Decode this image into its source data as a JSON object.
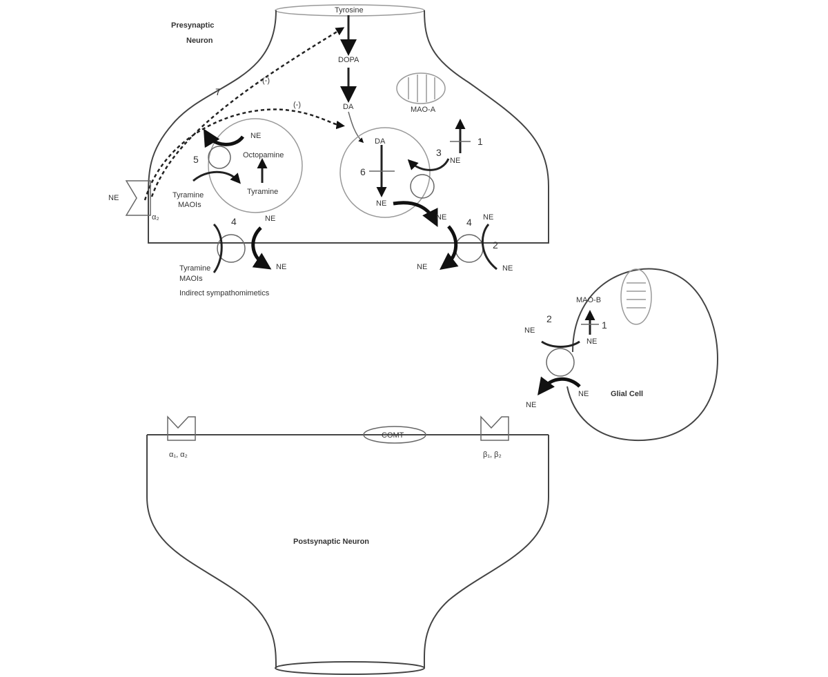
{
  "presynaptic": {
    "title_line1": "Presynaptic",
    "title_line2": "Neuron",
    "tyrosine": "Tyrosine",
    "dopa": "DOPA",
    "da": "DA",
    "mao_a": "MAO-A",
    "step1": "1",
    "ne_cytosol": "NE",
    "vesicle_left": {
      "octopamine": "Octopamine",
      "tyramine": "Tyramine",
      "ne": "NE",
      "step5": "5"
    },
    "feedback": {
      "step7": "7",
      "inhibit1": "(-)",
      "inhibit2": "(-)"
    },
    "receptor": {
      "ne": "NE",
      "label": "α₂"
    },
    "drugs_vmat": {
      "line1": "Tyramine",
      "line2": "MAOIs"
    },
    "transporter_left": {
      "step4": "4",
      "ne_in": "NE",
      "ne_out": "NE"
    },
    "drugs_net": {
      "line1": "Tyramine",
      "line2": "MAOIs",
      "line3": "Indirect sympathomimetics"
    },
    "vesicle_right": {
      "da": "DA",
      "step6": "6",
      "ne": "NE",
      "step3": "3",
      "ne_cyto": "NE"
    },
    "transporter_right": {
      "step4": "4",
      "ne_top1": "NE",
      "ne_top2": "NE",
      "step2": "2",
      "ne_out": "NE",
      "ne_right": "NE"
    }
  },
  "glial": {
    "title": "Glial Cell",
    "mao_b": "MAO-B",
    "step1": "1",
    "step2": "2",
    "ne_inside": "NE",
    "ne_in": "NE",
    "ne_out": "NE",
    "ne_release": "NE"
  },
  "postsynaptic": {
    "title": "Postsynaptic Neuron",
    "comt": "COMT",
    "receptor_alpha": "α₁, α₂",
    "receptor_beta": "β₁, β₂"
  }
}
